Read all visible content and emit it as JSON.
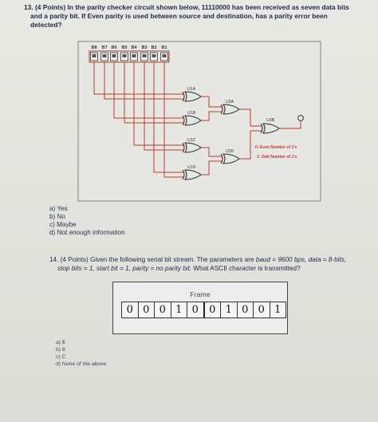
{
  "q13": {
    "text_line1_a": "13. (4 Points) In the parity checker circuit shown below, ",
    "text_line1_b": "11110000",
    "text_line1_c": " has been received as seven data bits",
    "text_line2": "and a parity bit. If Even parity is used between source and destination, has a parity error been",
    "text_line3": "detected?",
    "options": [
      "a)  Yes",
      "b)  No",
      "c)  Maybe",
      "d)  Not enough information"
    ]
  },
  "circuit": {
    "bit_labels": [
      "B8",
      "B7",
      "B6",
      "B5",
      "B4",
      "B3",
      "B2",
      "B1"
    ],
    "gates": [
      "U1A",
      "U1B",
      "U1C",
      "U1D",
      "U2A",
      "U2D",
      "U3B"
    ],
    "legend_even": "0: Even Number of 1's",
    "legend_odd": "1: Odd Number of 1's",
    "colors": {
      "wire": "#c0392b",
      "gate": "#2a2a2a",
      "legend": "#c0392b"
    }
  },
  "q14": {
    "line1_a": "14. (4 Points) Given the following serial bit stream. The parameters are ",
    "line1_b": "baud = 9600 bps, data = 8-bits,",
    "line2": "stop bits = 1, start bit = 1, parity = no parity bit.",
    "line2_c": " What ASCII character is transmitted?",
    "frame_title": "Frame",
    "frame_bits": [
      "0",
      "0",
      "0",
      "1",
      "0",
      "0",
      "1",
      "0",
      "0",
      "1"
    ],
    "options": [
      "a)  $",
      "b)  8",
      "c)  C",
      "d)  None of the above"
    ]
  }
}
